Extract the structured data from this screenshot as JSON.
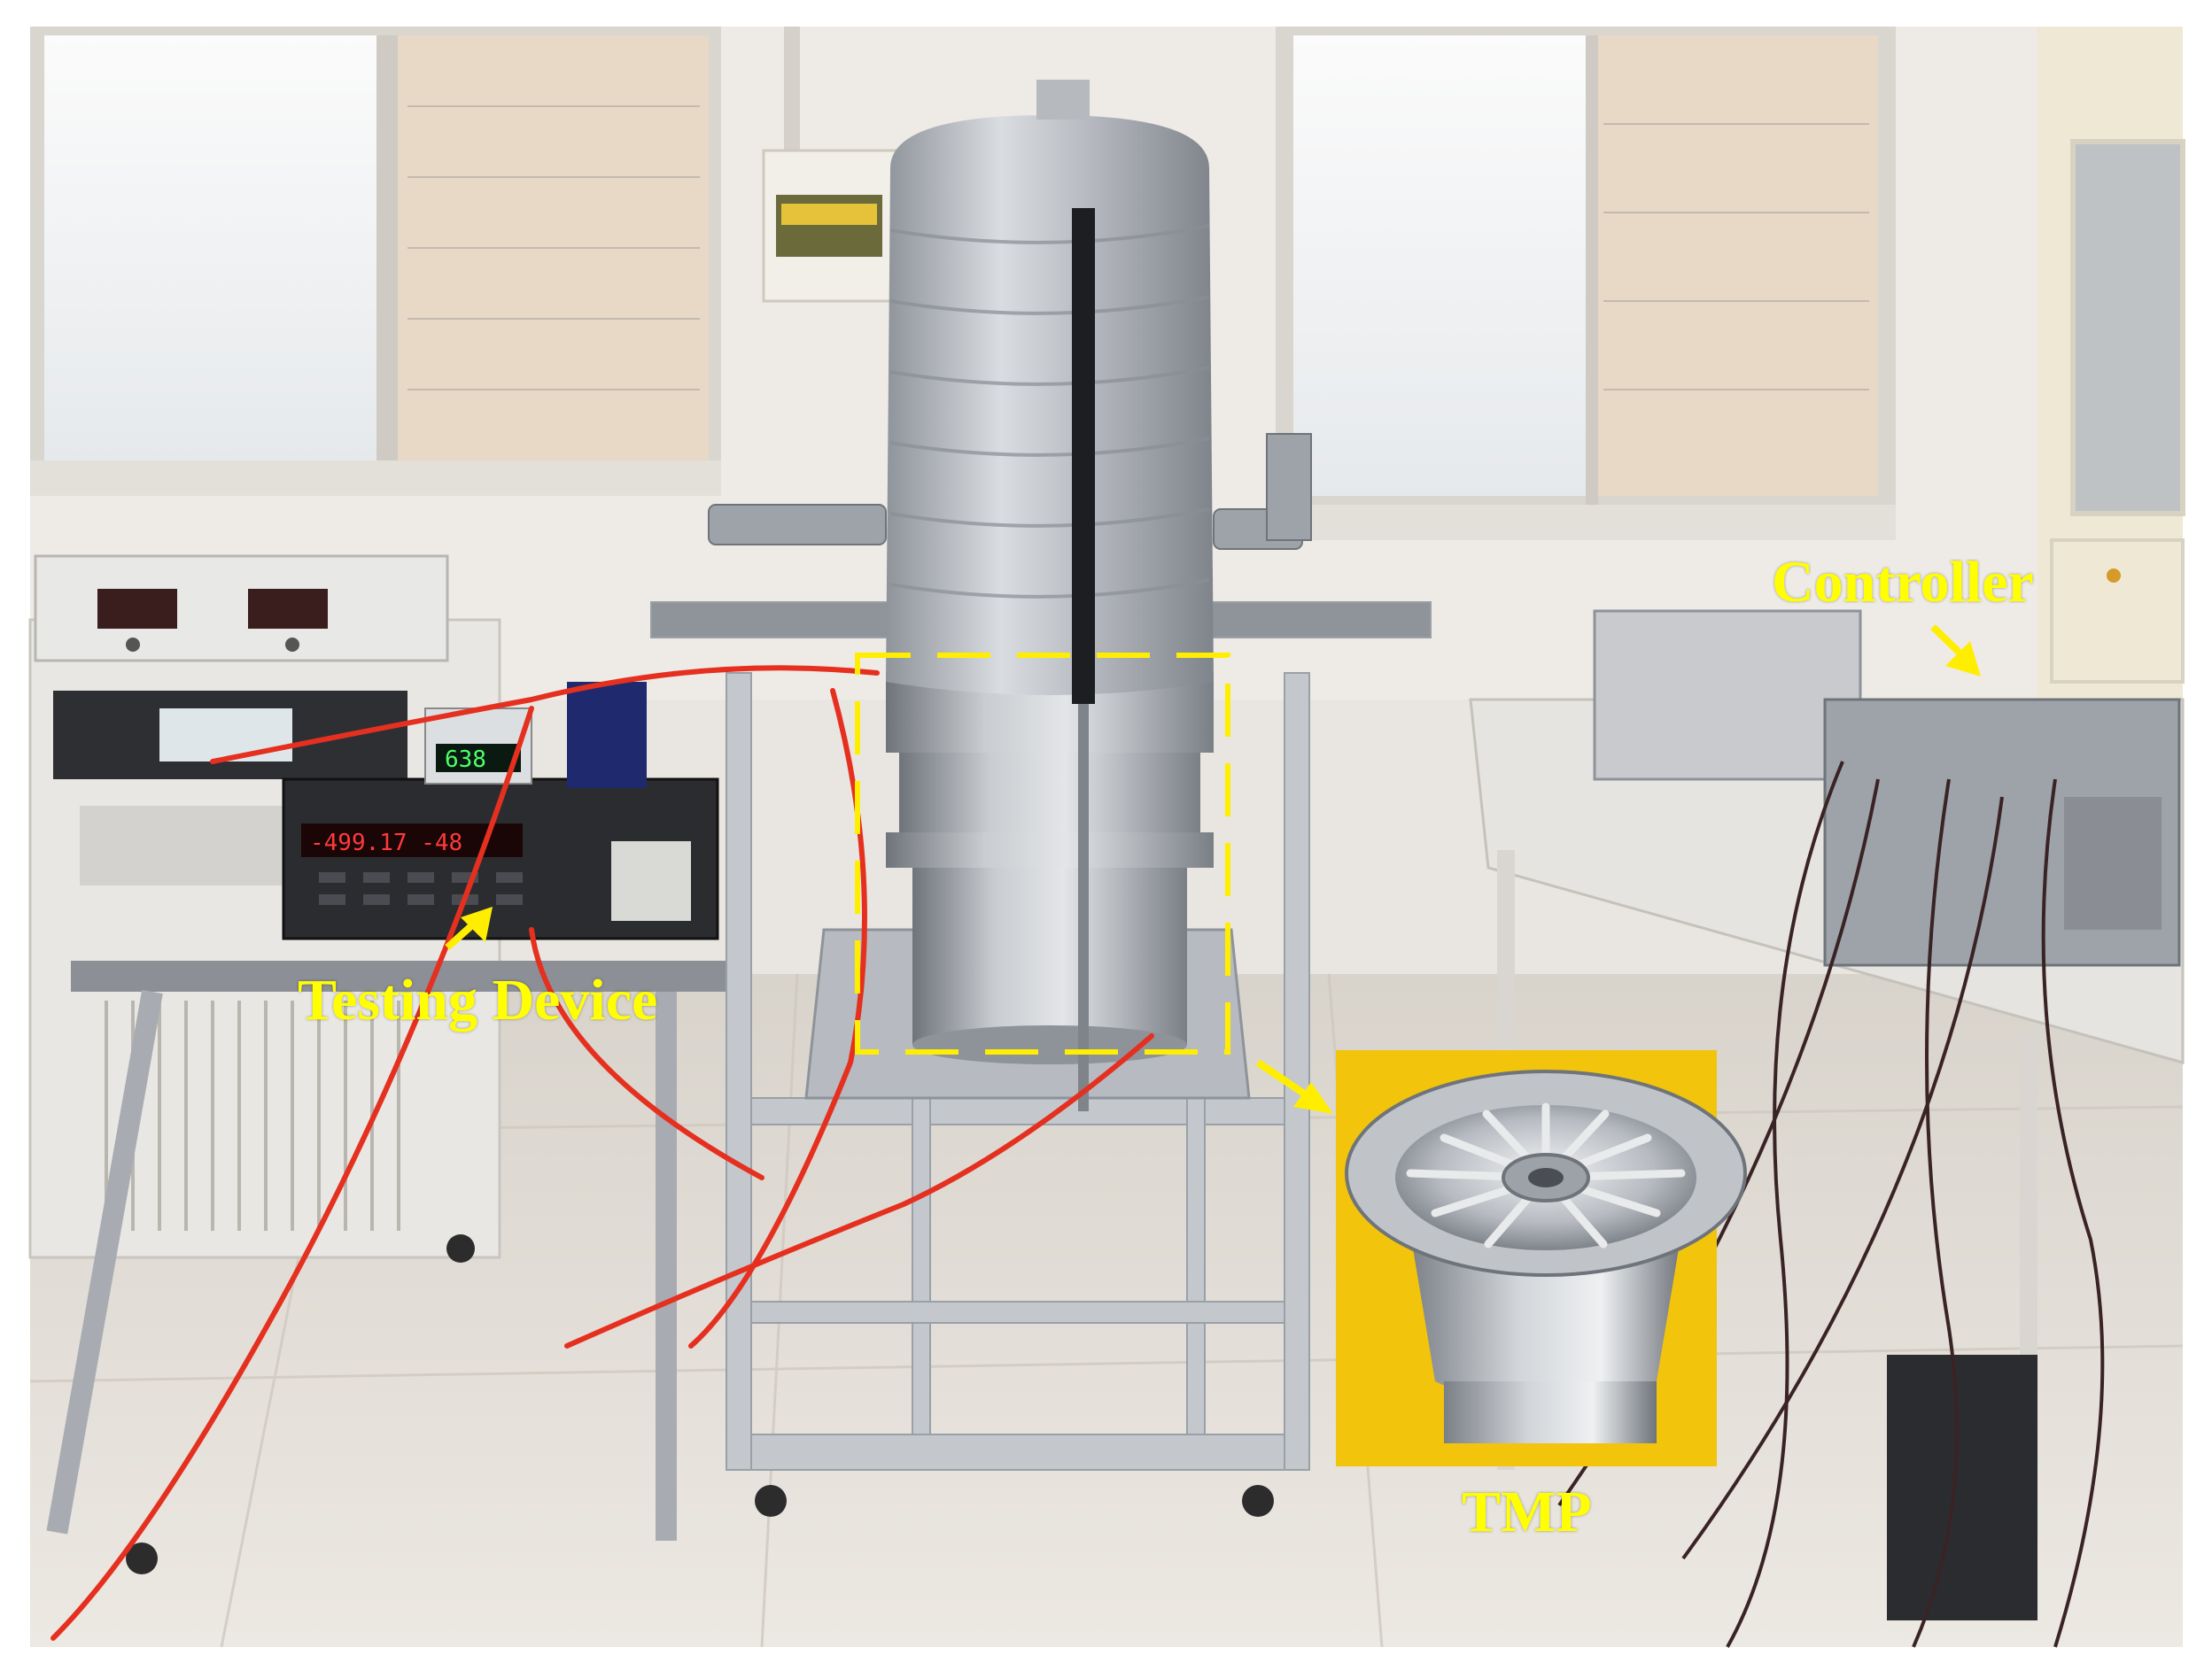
{
  "figure": {
    "labels": {
      "controller": "Controller",
      "testing_device": "Testing Device",
      "tmp": "TMP"
    },
    "testing_device_display": {
      "small_meter_reading": "638",
      "panel_reading": "-499.17  -48"
    },
    "colors": {
      "label": "#ffff00",
      "tmp_inset_background": "#f2c40c",
      "floor": "#e9e4dc",
      "wall": "#eeeae6",
      "foil": "#b9bcc2",
      "stainless": "#a9adb3",
      "frame": "#c4c8cd",
      "red_tubing": "#e53020"
    }
  }
}
